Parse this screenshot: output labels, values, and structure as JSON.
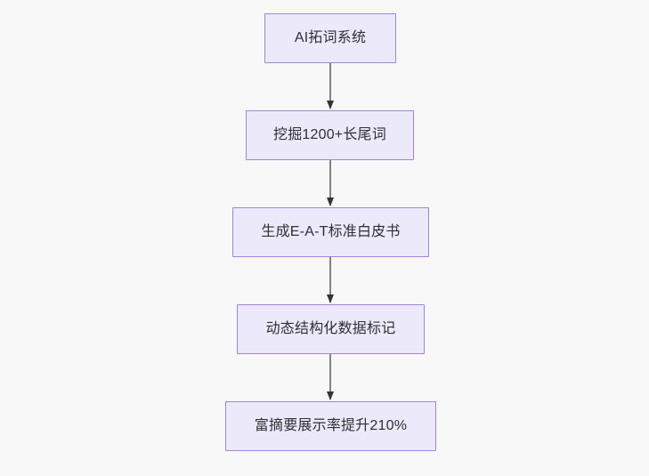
{
  "diagram": {
    "type": "flowchart",
    "orientation": "top-to-bottom",
    "background_color": "#f8f8f8",
    "node_fill_color": "#ece9fb",
    "node_border_color": "#a184d6",
    "node_text_color": "#2f2f33",
    "edge_color": "#666666",
    "nodes": [
      {
        "id": "n1",
        "label": "AI拓词系统"
      },
      {
        "id": "n2",
        "label": "挖掘1200+长尾词"
      },
      {
        "id": "n3",
        "label": "生成E-A-T标准白皮书"
      },
      {
        "id": "n4",
        "label": "动态结构化数据标记"
      },
      {
        "id": "n5",
        "label": "富摘要展示率提升210%"
      }
    ],
    "edges": [
      {
        "from": "n1",
        "to": "n2",
        "label": ""
      },
      {
        "from": "n2",
        "to": "n3",
        "label": ""
      },
      {
        "from": "n3",
        "to": "n4",
        "label": ""
      },
      {
        "from": "n4",
        "to": "n5",
        "label": ""
      }
    ]
  }
}
